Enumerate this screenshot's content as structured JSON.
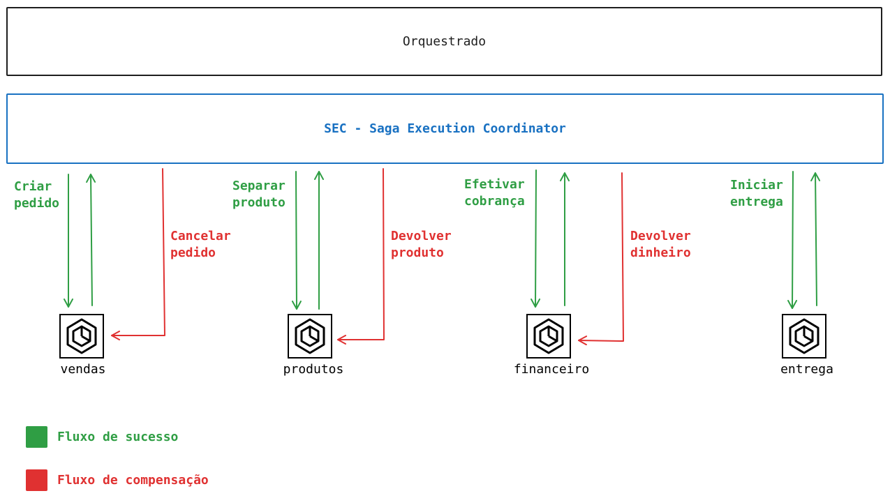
{
  "orchestrator": {
    "title": "Orquestrado"
  },
  "sec": {
    "title": "SEC - Saga Execution Coordinator"
  },
  "services": [
    {
      "name": "vendas",
      "success_label": [
        "Criar",
        "pedido"
      ],
      "compensation_label": [
        "Cancelar",
        "pedido"
      ]
    },
    {
      "name": "produtos",
      "success_label": [
        "Separar",
        "produto"
      ],
      "compensation_label": [
        "Devolver",
        "produto"
      ]
    },
    {
      "name": "financeiro",
      "success_label": [
        "Efetivar",
        "cobrança"
      ],
      "compensation_label": [
        "Devolver",
        "dinheiro"
      ]
    },
    {
      "name": "entrega",
      "success_label": [
        "Iniciar",
        "entrega"
      ],
      "compensation_label": null
    }
  ],
  "legend": {
    "success": {
      "label": "Fluxo de sucesso",
      "color": "#2f9e44"
    },
    "compensation": {
      "label": "Fluxo de compensação",
      "color": "#e03131"
    }
  },
  "icons": {
    "service": "hexagon-cube-icon"
  }
}
